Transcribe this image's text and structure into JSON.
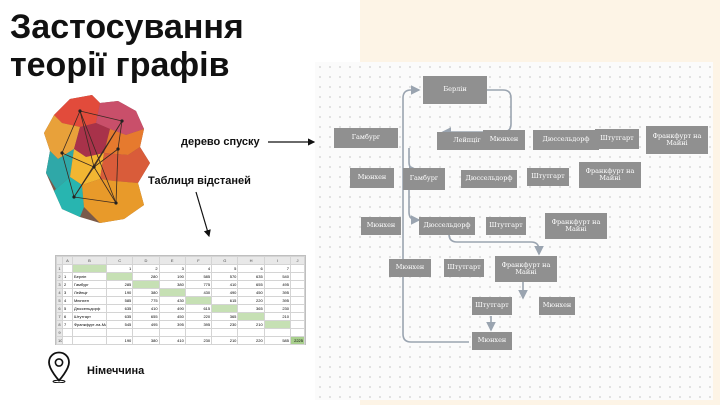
{
  "title": {
    "line1": "Застосування",
    "line2": "теорії графів"
  },
  "labels": {
    "descent_tree": "дерево спуску",
    "distance_table": "Таблиця відстаней",
    "country": "Німеччина"
  },
  "icons": {
    "location": "location-pin-icon",
    "map": "germany-map-graph"
  },
  "colors": {
    "accent_bg": "#fdf4e6",
    "node": "#909090",
    "edge": "#9aa4b0",
    "sheet_green": "#c6e0b4"
  },
  "diagram": {
    "nodes": [
      {
        "id": "n1",
        "label": "Берлін"
      },
      {
        "id": "n2",
        "label": "Гамбург"
      },
      {
        "id": "n3",
        "label": "Лейпціг"
      },
      {
        "id": "n4",
        "label": "Мюнхен"
      },
      {
        "id": "n5",
        "label": "Дюссельдорф"
      },
      {
        "id": "n6",
        "label": "Штутгарт"
      },
      {
        "id": "n7",
        "label": "Франкфурт на Майні"
      },
      {
        "id": "n8",
        "label": "Мюнхен"
      },
      {
        "id": "n9",
        "label": "Гамбург"
      },
      {
        "id": "n10",
        "label": "Дюссельдорф"
      },
      {
        "id": "n11",
        "label": "Штутгарт"
      },
      {
        "id": "n12",
        "label": "Франкфурт на Майні"
      },
      {
        "id": "n13",
        "label": "Мюнхен"
      },
      {
        "id": "n14",
        "label": "Дюссельдорф"
      },
      {
        "id": "n15",
        "label": "Штутгарт"
      },
      {
        "id": "n16",
        "label": "Франкфурт на Майні"
      },
      {
        "id": "n17",
        "label": "Мюнхен"
      },
      {
        "id": "n18",
        "label": "Штутгарт"
      },
      {
        "id": "n19",
        "label": "Франкфурт на Майні"
      },
      {
        "id": "n20",
        "label": "Штутгарт"
      },
      {
        "id": "n21",
        "label": "Мюнхен"
      },
      {
        "id": "n22",
        "label": "Мюнхен"
      }
    ]
  },
  "sheet": {
    "col_headers": [
      "",
      "A",
      "B",
      "C",
      "D",
      "E",
      "F",
      "G",
      "H",
      "I",
      "J"
    ],
    "rows": [
      {
        "rn": "1",
        "cells": [
          "",
          "",
          "1",
          "2",
          "3",
          "4",
          "5",
          "6",
          "7",
          ""
        ]
      },
      {
        "rn": "2",
        "cells": [
          "1",
          "Берлін",
          "",
          "280",
          "190",
          "585",
          "570",
          "635",
          "540",
          ""
        ]
      },
      {
        "rn": "3",
        "cells": [
          "2",
          "Гамбург",
          "285",
          "",
          "380",
          "775",
          "410",
          "655",
          "495",
          ""
        ]
      },
      {
        "rn": "4",
        "cells": [
          "3",
          "Лейпціг",
          "190",
          "380",
          "",
          "430",
          "490",
          "450",
          "395",
          ""
        ]
      },
      {
        "rn": "5",
        "cells": [
          "4",
          "Мюнхен",
          "585",
          "775",
          "430",
          "",
          "615",
          "220",
          "395",
          ""
        ]
      },
      {
        "rn": "6",
        "cells": [
          "5",
          "Дюссельдорф",
          "635",
          "410",
          "490",
          "615",
          "",
          "365",
          "230",
          ""
        ]
      },
      {
        "rn": "7",
        "cells": [
          "6",
          "Штутгарт",
          "635",
          "655",
          "450",
          "220",
          "365",
          "",
          "210",
          ""
        ]
      },
      {
        "rn": "8",
        "cells": [
          "7",
          "Франкфурт-на-Майні",
          "545",
          "495",
          "395",
          "395",
          "230",
          "210",
          "",
          ""
        ]
      },
      {
        "rn": "9",
        "cells": [
          "",
          "",
          "",
          "",
          "",
          "",
          "",
          "",
          "",
          ""
        ]
      },
      {
        "rn": "10",
        "cells": [
          "",
          "",
          "190",
          "380",
          "410",
          "230",
          "210",
          "220",
          "585",
          "2225"
        ]
      }
    ]
  }
}
